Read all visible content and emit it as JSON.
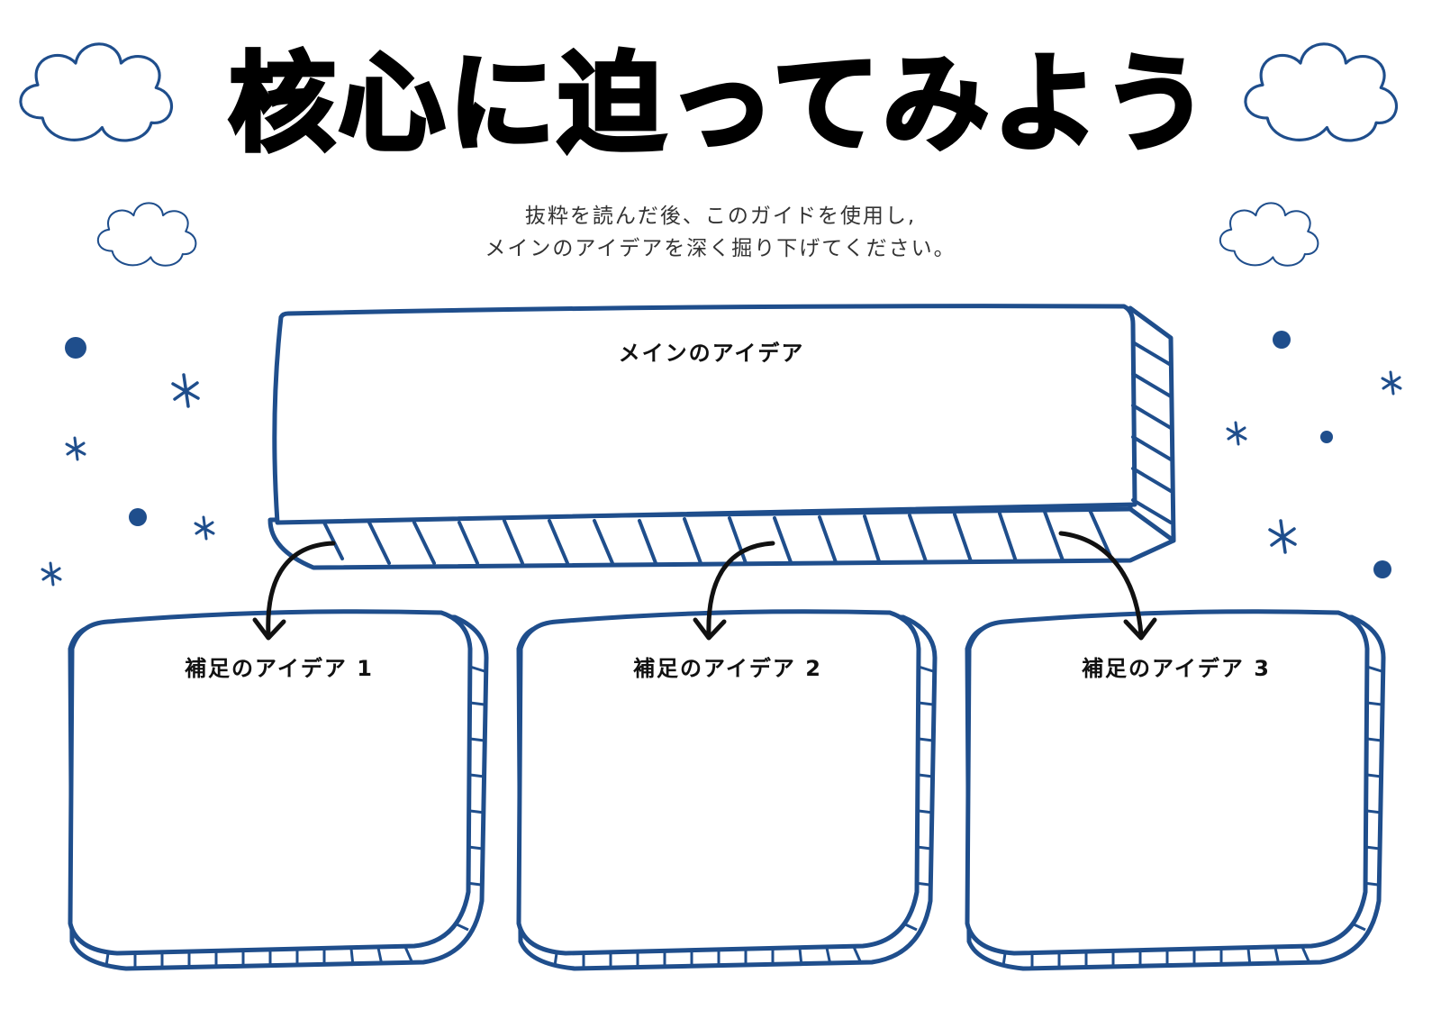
{
  "title": "核心に迫ってみよう",
  "instructions": {
    "line1": "抜粋を読んだ後、このガイドを使用し,",
    "line2": "メインのアイデアを深く掘り下げてください。"
  },
  "main_box": {
    "label": "メインのアイデア"
  },
  "supporting_boxes": [
    {
      "label": "補足のアイデア 1"
    },
    {
      "label": "補足のアイデア 2"
    },
    {
      "label": "補足のアイデア 3"
    }
  ],
  "colors": {
    "accent": "#1f4e8c",
    "text": "#111111",
    "arrow": "#111111"
  },
  "decorations": [
    "cloud-icon",
    "star-icon",
    "dot-icon",
    "arrow-icon"
  ]
}
